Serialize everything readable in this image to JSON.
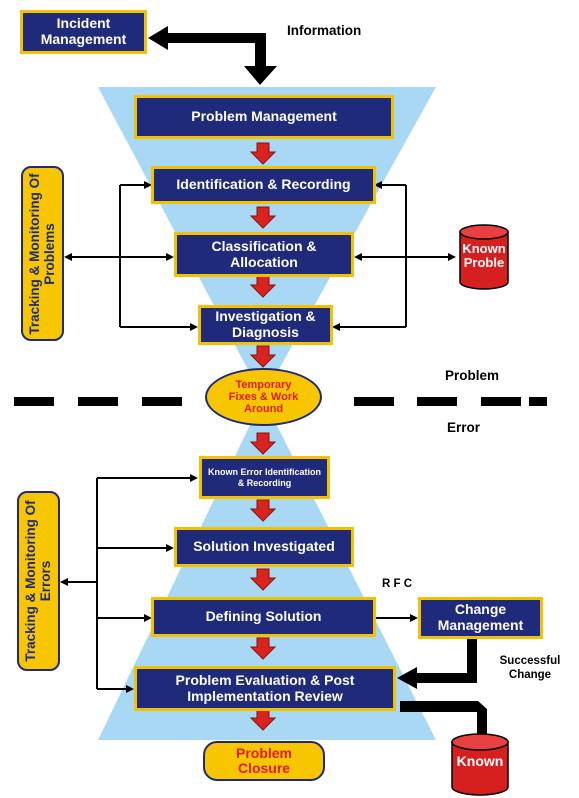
{
  "incident_management": "Incident Management",
  "information_label": "Information",
  "problem_management": "Problem Management",
  "identification_recording": "Identification & Recording",
  "classification_allocation": "Classification & Allocation",
  "investigation_diagnosis": "Investigation & Diagnosis",
  "temporary_fixes": "Temporary Fixes & Work Around",
  "problem_label": "Problem",
  "error_label": "Error",
  "known_error_id": "Known Error Identification & Recording",
  "solution_investigated": "Solution Investigated",
  "defining_solution": "Defining Solution",
  "problem_evaluation": "Problem Evaluation & Post Implementation Review",
  "problem_closure": "Problem Closure",
  "tracking_problems": "Tracking & Monitoring Of Problems",
  "tracking_errors": "Tracking & Monitoring Of Errors",
  "known_problem_db": "Known Proble",
  "known_error_db": "Known",
  "rfc_label": "R F C",
  "change_management": "Change Management",
  "successful_change": "Successful Change",
  "colors": {
    "navy": "#1f2a7a",
    "gold": "#f2c200",
    "yellow": "#f7c600",
    "arrow_red": "#d9231f",
    "funnel_blue": "#a8d8f4",
    "cylinder_red": "#d61f1f"
  }
}
